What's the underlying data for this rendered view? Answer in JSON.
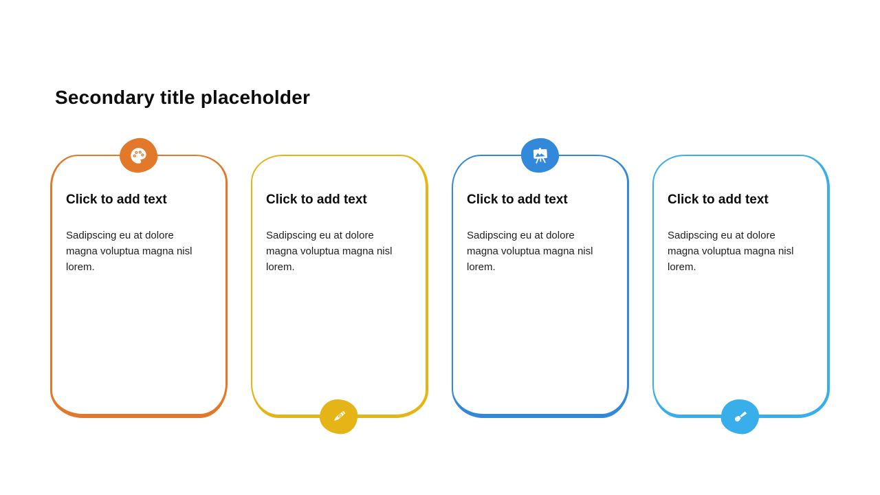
{
  "slide": {
    "title": "Secondary title placeholder",
    "background_color": "#ffffff"
  },
  "cards": [
    {
      "accent_color": "#E2782A",
      "icon": "palette-icon",
      "icon_position": "top",
      "heading": "Click to add text",
      "body": "Sadipscing eu at dolore magna voluptua magna nisl lorem."
    },
    {
      "accent_color": "#E5B517",
      "icon": "pencil-icon",
      "icon_position": "bottom",
      "heading": "Click to add text",
      "body": "Sadipscing eu at dolore magna voluptua magna nisl lorem."
    },
    {
      "accent_color": "#3389D9",
      "icon": "easel-icon",
      "icon_position": "top",
      "heading": "Click to add text",
      "body": "Sadipscing eu at dolore magna voluptua magna nisl lorem."
    },
    {
      "accent_color": "#38AFEA",
      "icon": "paintbrush-icon",
      "icon_position": "bottom",
      "heading": "Click to add text",
      "body": "Sadipscing eu at dolore magna voluptua magna nisl lorem."
    }
  ]
}
